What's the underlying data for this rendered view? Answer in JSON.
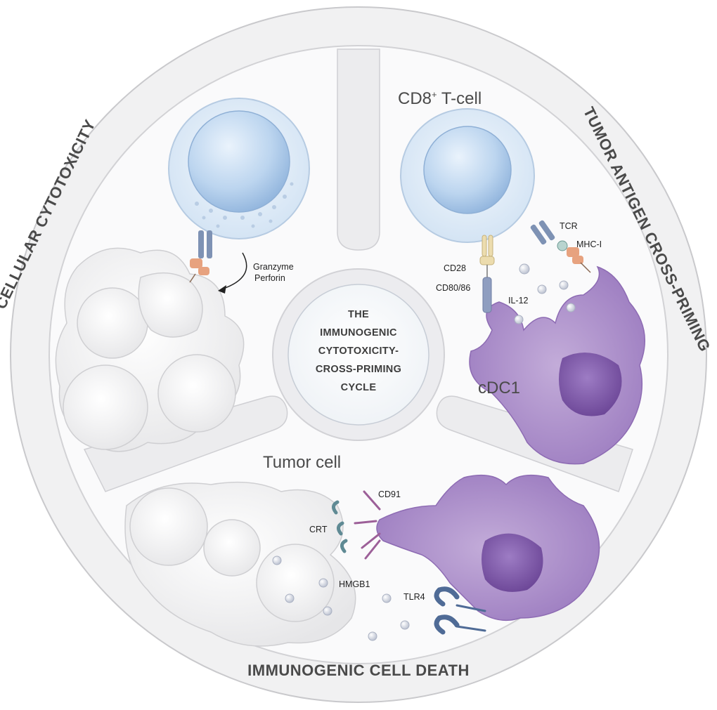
{
  "center": {
    "line1": "THE",
    "line2": "IMMUNOGENIC",
    "line3": "CYTOTOXICITY-",
    "line4": "CROSS-PRIMING",
    "line5": "CYCLE"
  },
  "sections": {
    "cytotoxicity": "CELLULAR CYTOTOXICITY",
    "cross_priming": "TUMOR ANTIGEN CROSS-PRIMING",
    "cell_death": "IMMUNOGENIC CELL DEATH"
  },
  "labels": {
    "cd8_main": "CD8",
    "cd8_sup": "+",
    "cd8_rest": " T-cell",
    "tumor_cell": "Tumor cell",
    "cdc1": "cDC1",
    "granzyme": "Granzyme",
    "perforin": "Perforin",
    "tcr": "TCR",
    "mhc1": "MHC-I",
    "cd28": "CD28",
    "cd80_86": "CD80/86",
    "il12": "IL-12",
    "cd91": "CD91",
    "crt": "CRT",
    "hmgb1": "HMGB1",
    "tlr4": "TLR4"
  },
  "colors": {
    "ring": "#eeeeee",
    "ring_stroke": "#cfcfcf",
    "panel": "#f8f8f9",
    "tcell_outer": "#dde9f5",
    "tcell_nucleus": "#b7d1ee",
    "dc_purple": "#a586c6",
    "dc_nucleus": "#7a55a6",
    "receptor_blue": "#7e92b4",
    "receptor_orange": "#e7a27f",
    "cd28_yellow": "#ecdcae",
    "tlr4_blue": "#4f6b96",
    "crt_teal": "#5f8a94",
    "cd91_purple": "#9c5f98"
  }
}
